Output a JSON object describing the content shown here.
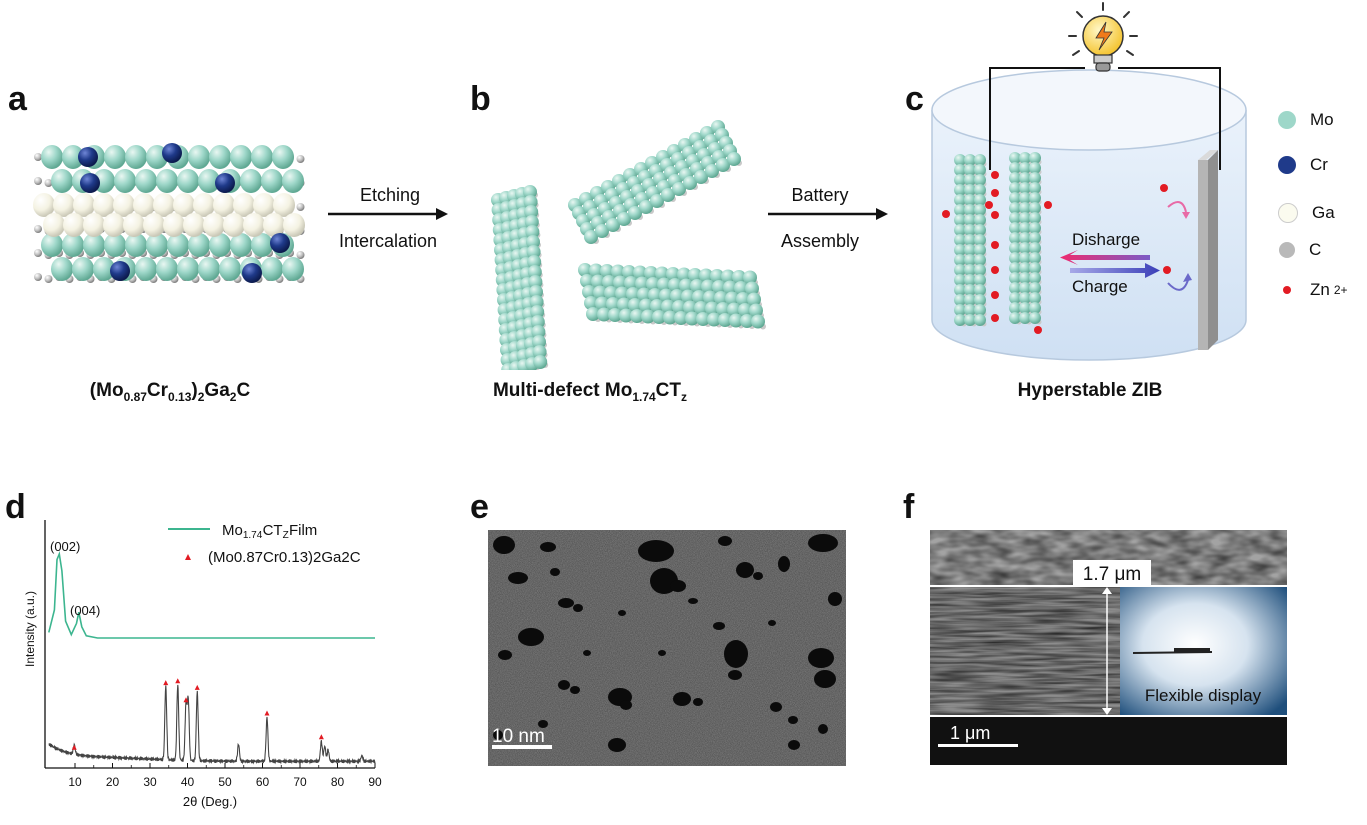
{
  "panels": {
    "a": {
      "label": "a",
      "caption_main": "(Mo",
      "caption_sub1": "0.87",
      "caption_cr": "Cr",
      "caption_sub2": "0.13",
      "caption_close": ")",
      "caption_sub3": "2",
      "caption_ga": "Ga",
      "caption_sub4": "2",
      "caption_end": "C"
    },
    "b": {
      "label": "b",
      "caption_main": "Multi-defect Mo",
      "caption_sub": "1.74",
      "caption_ct": "CT",
      "caption_z": "z"
    },
    "c": {
      "label": "c",
      "caption": "Hyperstable ZIB",
      "discharge": "Disharge",
      "charge": "Charge"
    },
    "d": {
      "label": "d"
    },
    "e": {
      "label": "e",
      "scalebar": "10 nm"
    },
    "f": {
      "label": "f",
      "thickness": "1.7 μm",
      "scalebar": "1 μm",
      "inset_text": "Flexible display"
    }
  },
  "arrows": {
    "ab_top": "Etching",
    "ab_bottom": "Intercalation",
    "bc_top": "Battery",
    "bc_bottom": "Assembly"
  },
  "legend": [
    {
      "label": "Mo",
      "color": "#9ed7c9"
    },
    {
      "label": "Cr",
      "color": "#1f3a8a"
    },
    {
      "label": "Ga",
      "color": "#fbfbef"
    },
    {
      "label": "C",
      "color": "#b9b9b9"
    },
    {
      "label": "Zn",
      "sup": "2+",
      "color": "#e21b23"
    }
  ],
  "colors": {
    "mo": "#9ed7c9",
    "cr": "#1f3a8a",
    "ga": "#f6f4e4",
    "c": "#bdbdbd",
    "zn": "#e21b23",
    "film_line": "#3cb58f",
    "mark": "#e21b23"
  },
  "chart_data": {
    "type": "line",
    "xlabel": "2θ (Deg.)",
    "ylabel": "Intensity (a.u.)",
    "xlim": [
      2,
      90
    ],
    "xticks": [
      10,
      20,
      30,
      40,
      50,
      60,
      70,
      80,
      90
    ],
    "legend_position": "top-right",
    "series": [
      {
        "name": "Mo1.74CTZ Film",
        "legend_main": "Mo",
        "legend_sub": "1.74",
        "legend_rest": "CT",
        "legend_z": "Z",
        "legend_end": " Film",
        "color": "#3cb58f",
        "x": [
          3,
          4.5,
          5.2,
          5.8,
          6.5,
          7.5,
          9,
          10.4,
          11,
          11.8,
          13,
          16,
          30,
          60,
          90
        ],
        "y": [
          0.3,
          0.5,
          0.95,
          1.0,
          0.85,
          0.4,
          0.28,
          0.38,
          0.48,
          0.35,
          0.27,
          0.25,
          0.25,
          0.25,
          0.25
        ]
      },
      {
        "name": "(Mo0.87Cr0.13)2Ga2C",
        "legend_text": "(Mo0.87Cr0.13)2Ga2C",
        "color": "#444444",
        "peaks_x": [
          9.8,
          34.2,
          37.4,
          39.6,
          40.2,
          42.6,
          53.6,
          61.2,
          75.7,
          76.6,
          77.5,
          86.5
        ],
        "peaks_y": [
          0.1,
          0.78,
          0.8,
          0.6,
          0.64,
          0.73,
          0.18,
          0.46,
          0.21,
          0.16,
          0.12,
          0.06
        ],
        "marked_x": [
          9.8,
          34.2,
          37.4,
          39.6,
          42.6,
          61.2,
          75.7
        ]
      }
    ],
    "annotations": [
      "(002)",
      "(004)"
    ]
  }
}
